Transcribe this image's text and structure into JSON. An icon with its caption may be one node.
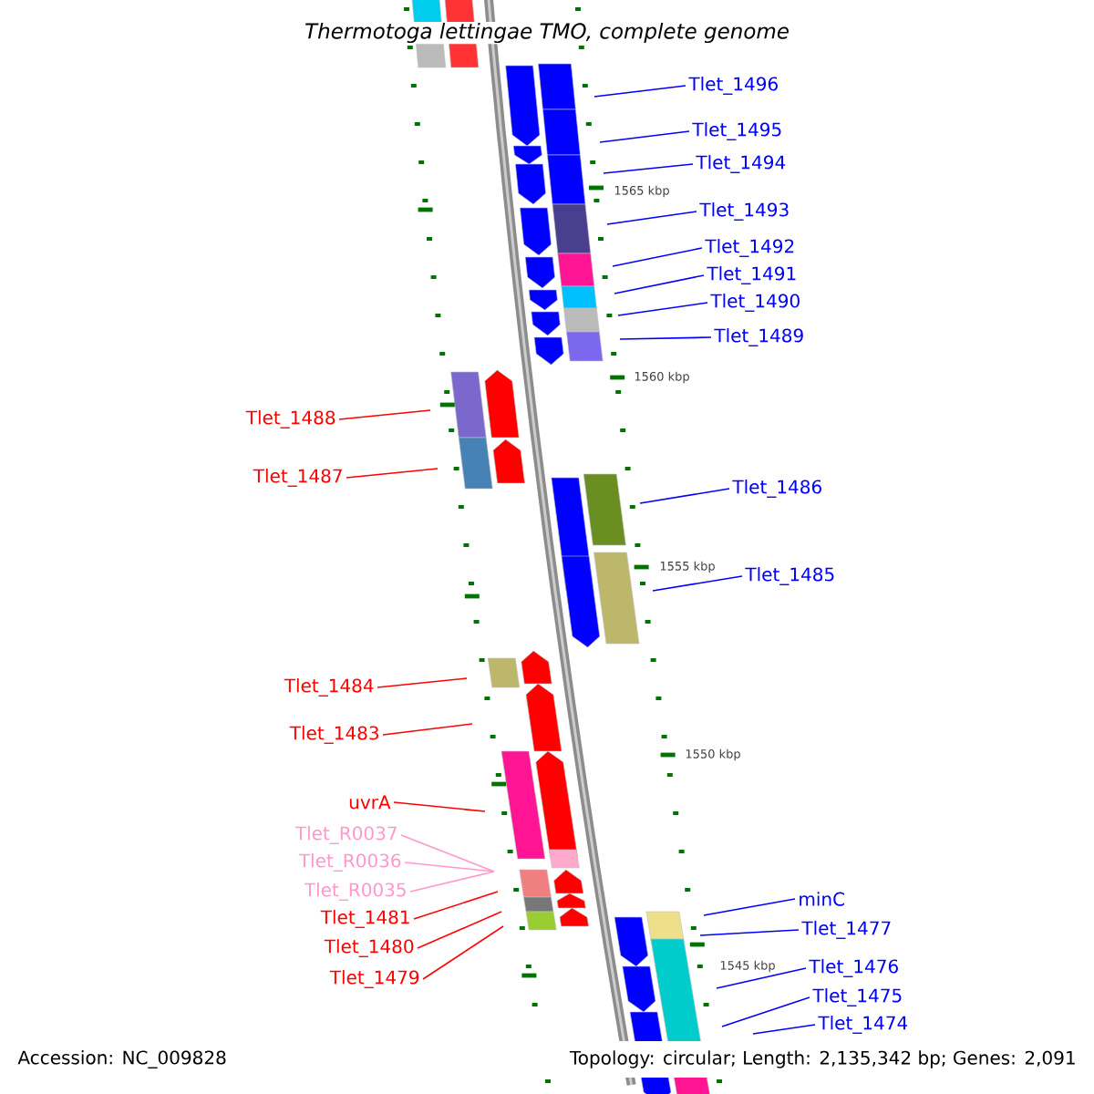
{
  "diagram": {
    "title": "Thermotoga lettingae TMO, complete genome",
    "nodes": [
      {
        "text": [
          "Tlet_1496"
        ]
      },
      {
        "text": [
          "Tlet_1495"
        ]
      },
      {
        "text": [
          "Tlet_1494"
        ]
      },
      {
        "text": [
          "Tlet_1493"
        ]
      },
      {
        "text": [
          "Tlet_1492"
        ]
      },
      {
        "text": [
          "Tlet_1491"
        ]
      },
      {
        "text": [
          "Tlet_1490"
        ]
      },
      {
        "text": [
          "Tlet_1489"
        ]
      },
      {
        "text": [
          "Tlet_1488"
        ]
      },
      {
        "text": [
          "Tlet_1487"
        ]
      },
      {
        "text": [
          "Tlet_1486"
        ]
      },
      {
        "text": [
          "Tlet_1485"
        ]
      },
      {
        "text": [
          "Tlet_1484"
        ]
      },
      {
        "text": [
          "Tlet_1483"
        ]
      },
      {
        "text": [
          "uvrA"
        ]
      },
      {
        "text": [
          "Tlet_R0037"
        ]
      },
      {
        "text": [
          "Tlet_R0036"
        ]
      },
      {
        "text": [
          "Tlet_R0035"
        ]
      },
      {
        "text": [
          "Tlet_1481"
        ]
      },
      {
        "text": [
          "Tlet_1480"
        ]
      },
      {
        "text": [
          "Tlet_1479"
        ]
      },
      {
        "text": [
          "minC"
        ]
      },
      {
        "text": [
          "Tlet_1477"
        ]
      },
      {
        "text": [
          "Tlet_1476"
        ]
      },
      {
        "text": [
          "Tlet_1475"
        ]
      },
      {
        "text": [
          "Tlet_1474"
        ]
      }
    ],
    "edges": [
      {
        "from": 0,
        "to": null,
        "arrow": "none"
      },
      {
        "from": 1,
        "to": null,
        "arrow": "none"
      },
      {
        "from": 2,
        "to": null,
        "arrow": "none"
      },
      {
        "from": 3,
        "to": null,
        "arrow": "none"
      },
      {
        "from": 4,
        "to": null,
        "arrow": "none"
      },
      {
        "from": 5,
        "to": null,
        "arrow": "none"
      },
      {
        "from": 6,
        "to": null,
        "arrow": "none"
      },
      {
        "from": 7,
        "to": null,
        "arrow": "none"
      },
      {
        "from": 8,
        "to": null,
        "arrow": "none",
        "color": "#ff0000"
      },
      {
        "from": 9,
        "to": null,
        "arrow": "none",
        "color": "#ff0000"
      },
      {
        "from": 10,
        "to": null,
        "arrow": "none"
      },
      {
        "from": 11,
        "to": null,
        "arrow": "none"
      },
      {
        "from": 12,
        "to": null,
        "arrow": "none",
        "color": "#ff0000"
      },
      {
        "from": 13,
        "to": null,
        "arrow": "none",
        "color": "#ff0000"
      },
      {
        "from": 14,
        "to": null,
        "arrow": "none",
        "color": "#ff0000"
      },
      {
        "from": 15,
        "to": null,
        "arrow": "none",
        "color": "#ff99cc"
      },
      {
        "from": 16,
        "to": null,
        "arrow": "none",
        "color": "#ff99cc"
      },
      {
        "from": 17,
        "to": null,
        "arrow": "none",
        "color": "#ff99cc"
      },
      {
        "from": 18,
        "to": null,
        "arrow": "none",
        "color": "#ff0000"
      },
      {
        "from": 19,
        "to": null,
        "arrow": "none",
        "color": "#ff0000"
      },
      {
        "from": 20,
        "to": null,
        "arrow": "none",
        "color": "#ff0000"
      },
      {
        "from": 21,
        "to": null,
        "arrow": "none"
      },
      {
        "from": 22,
        "to": null,
        "arrow": "none"
      },
      {
        "from": 23,
        "to": null,
        "arrow": "none"
      },
      {
        "from": 24,
        "to": null,
        "arrow": "none"
      },
      {
        "from": 25,
        "to": null,
        "arrow": "none"
      }
    ],
    "labels": [
      "1565 kbp",
      "1560 kbp",
      "1555 kbp",
      "1550 kbp",
      "1545 kbp",
      "Accession: NC_009828",
      "Topology: circular; Length: 2,135,342 bp; Genes: 2,091"
    ]
  }
}
